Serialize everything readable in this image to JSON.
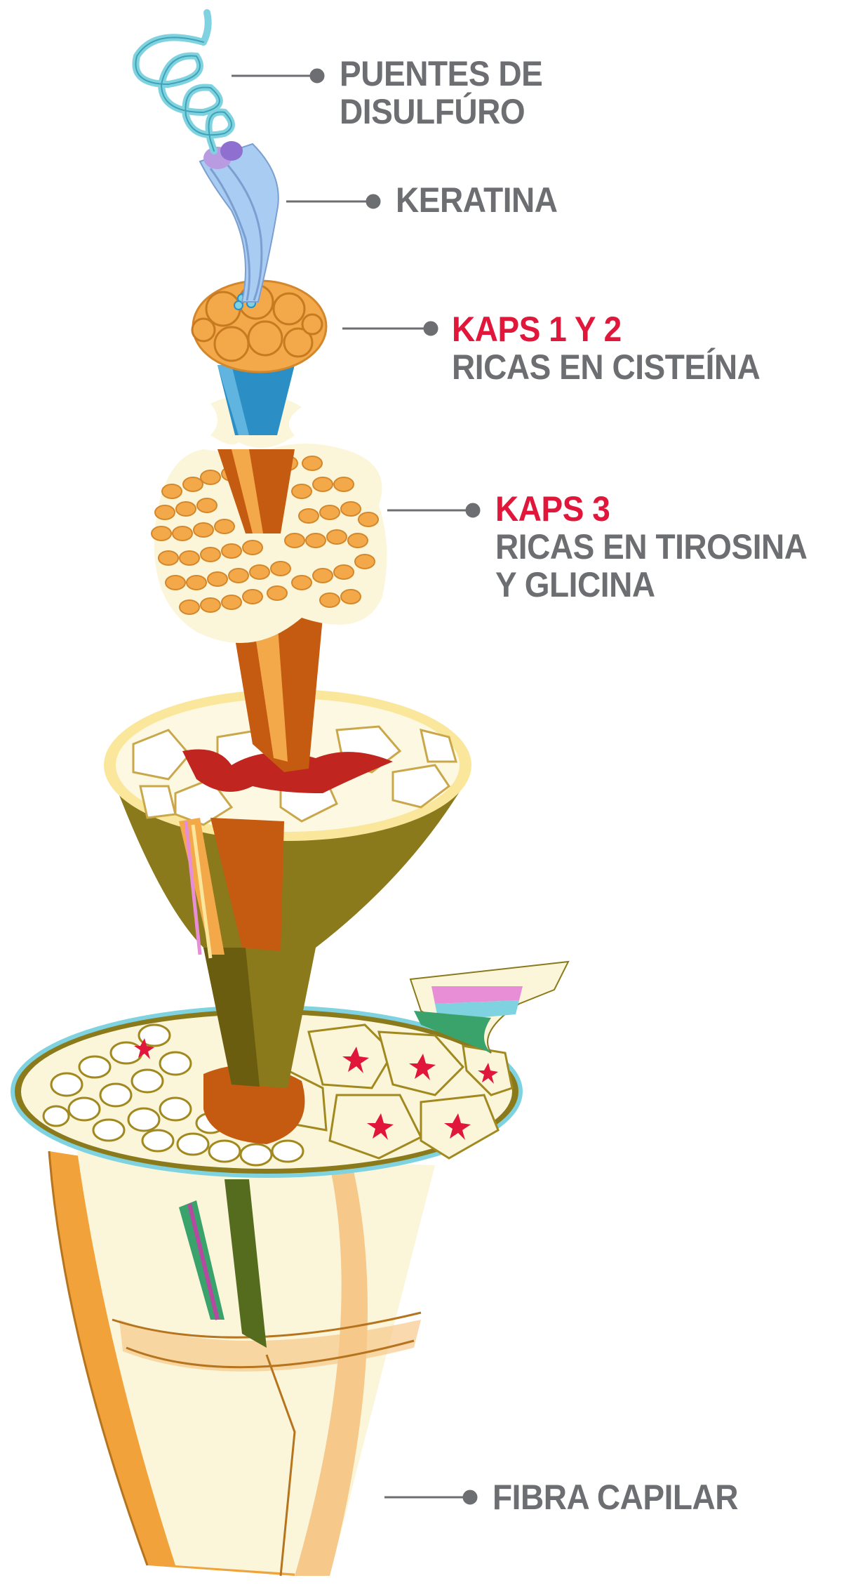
{
  "labels": {
    "disulfuro": {
      "line1": "PUENTES DE",
      "line2": "DISULFÚRO"
    },
    "keratina": {
      "line1": "KERATINA"
    },
    "kaps12": {
      "highlight": "KAPS 1 Y 2",
      "line2": "RICAS EN CISTEÍNA"
    },
    "kaps3": {
      "highlight": "KAPS 3",
      "line2": "RICAS EN TIROSINA",
      "line3": "Y GLICINA"
    },
    "fibra": {
      "line1": "FIBRA CAPILAR"
    }
  },
  "colors": {
    "label_gray": "#6d6e71",
    "highlight_red": "#e0163b",
    "leader_line": "#6d6e71",
    "helix": "#7fd3e0",
    "keratin_fiber": "#a9ccf2",
    "kap_orange": "#f3a94a",
    "cuticle_olive": "#8a7a1c",
    "cortex_cream": "#fbf6da",
    "outer_orange": "#f2a23a"
  }
}
